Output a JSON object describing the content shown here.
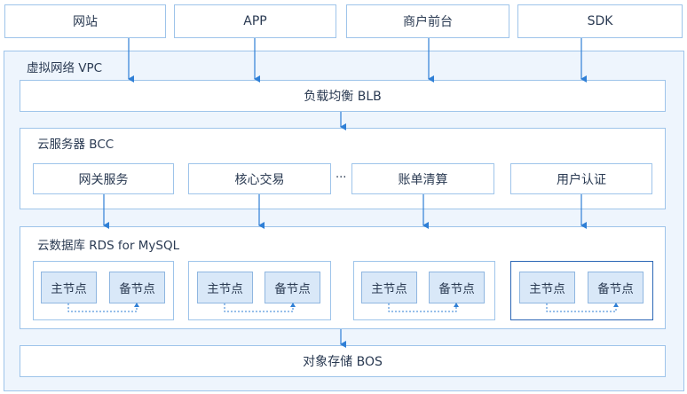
{
  "clients": [
    "网站",
    "APP",
    "商户前台",
    "SDK"
  ],
  "vpc_label": "虚拟网络 VPC",
  "blb_label": "负载均衡 BLB",
  "bcc": {
    "label": "云服务器 BCC",
    "services": [
      "网关服务",
      "核心交易",
      "账单清算",
      "用户认证"
    ],
    "ellipsis": "···"
  },
  "rds": {
    "label": "云数据库 RDS for MySQL",
    "primary": "主节点",
    "backup": "备节点"
  },
  "bos_label": "对象存储 BOS",
  "colors": {
    "border": "#9ec4ea",
    "arrow": "#2f7fd6",
    "vpc_bg": "#eef5fd",
    "node_bg": "#d9e8f8",
    "cluster_highlight": "#2b66b5"
  }
}
